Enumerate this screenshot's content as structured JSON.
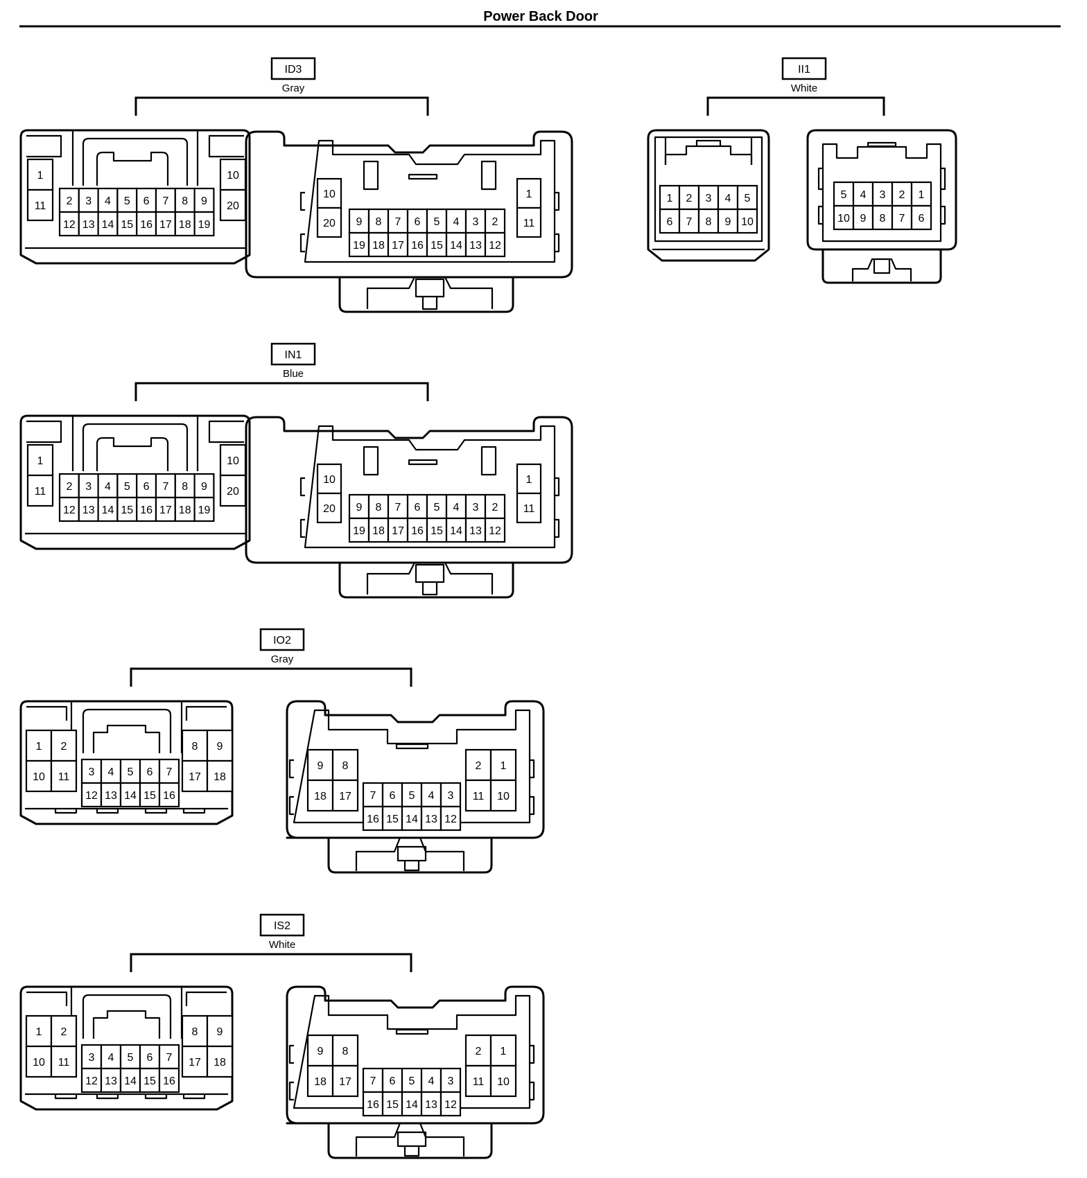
{
  "title": "Power Back Door",
  "connectors": [
    {
      "id": "ID3",
      "color": "Gray",
      "views": [
        {
          "shape": "housing-wide",
          "pins": [
            [
              "1",
              "11",
              "",
              "",
              "",
              "",
              "",
              "",
              "",
              "",
              "10",
              "20"
            ],
            [
              "2",
              "3",
              "4",
              "5",
              "6",
              "7",
              "8",
              "9"
            ],
            [
              "12",
              "13",
              "14",
              "15",
              "16",
              "17",
              "18",
              "19"
            ]
          ]
        },
        {
          "shape": "socket-wide",
          "pins": [
            [
              "10",
              "20",
              "",
              "",
              "",
              "",
              "",
              "",
              "",
              "",
              "1",
              "11"
            ],
            [
              "9",
              "8",
              "7",
              "6",
              "5",
              "4",
              "3",
              "2"
            ],
            [
              "19",
              "18",
              "17",
              "16",
              "15",
              "14",
              "13",
              "12"
            ]
          ]
        }
      ]
    },
    {
      "id": "II1",
      "color": "White",
      "views": [
        {
          "shape": "housing-small",
          "pins": [
            [
              "1",
              "2",
              "3",
              "4",
              "5"
            ],
            [
              "6",
              "7",
              "8",
              "9",
              "10"
            ]
          ]
        },
        {
          "shape": "socket-small",
          "pins": [
            [
              "5",
              "4",
              "3",
              "2",
              "1"
            ],
            [
              "10",
              "9",
              "8",
              "7",
              "6"
            ]
          ]
        }
      ]
    },
    {
      "id": "IN1",
      "color": "Blue",
      "views": [
        {
          "shape": "housing-wide",
          "pins": [
            [
              "1",
              "11",
              "",
              "",
              "",
              "",
              "",
              "",
              "",
              "",
              "10",
              "20"
            ],
            [
              "2",
              "3",
              "4",
              "5",
              "6",
              "7",
              "8",
              "9"
            ],
            [
              "12",
              "13",
              "14",
              "15",
              "16",
              "17",
              "18",
              "19"
            ]
          ]
        },
        {
          "shape": "socket-wide",
          "pins": [
            [
              "10",
              "20",
              "",
              "",
              "",
              "",
              "",
              "",
              "",
              "",
              "1",
              "11"
            ],
            [
              "9",
              "8",
              "7",
              "6",
              "5",
              "4",
              "3",
              "2"
            ],
            [
              "19",
              "18",
              "17",
              "16",
              "15",
              "14",
              "13",
              "12"
            ]
          ]
        }
      ]
    },
    {
      "id": "IO2",
      "color": "Gray",
      "views": [
        {
          "shape": "housing-18",
          "pins": [
            [
              "1",
              "2",
              "10",
              "11"
            ],
            [
              "3",
              "4",
              "5",
              "6",
              "7"
            ],
            [
              "12",
              "13",
              "14",
              "15",
              "16"
            ],
            [
              "8",
              "9",
              "17",
              "18"
            ]
          ]
        },
        {
          "shape": "socket-18",
          "pins": [
            [
              "9",
              "8",
              "18",
              "17"
            ],
            [
              "7",
              "6",
              "5",
              "4",
              "3"
            ],
            [
              "16",
              "15",
              "14",
              "13",
              "12"
            ],
            [
              "2",
              "1",
              "11",
              "10"
            ]
          ]
        }
      ]
    },
    {
      "id": "IS2",
      "color": "White",
      "views": [
        {
          "shape": "housing-18",
          "pins": [
            [
              "1",
              "2",
              "10",
              "11"
            ],
            [
              "3",
              "4",
              "5",
              "6",
              "7"
            ],
            [
              "12",
              "13",
              "14",
              "15",
              "16"
            ],
            [
              "8",
              "9",
              "17",
              "18"
            ]
          ]
        },
        {
          "shape": "socket-18",
          "pins": [
            [
              "9",
              "8",
              "18",
              "17"
            ],
            [
              "7",
              "6",
              "5",
              "4",
              "3"
            ],
            [
              "16",
              "15",
              "14",
              "13",
              "12"
            ],
            [
              "2",
              "1",
              "11",
              "10"
            ]
          ]
        }
      ]
    }
  ]
}
